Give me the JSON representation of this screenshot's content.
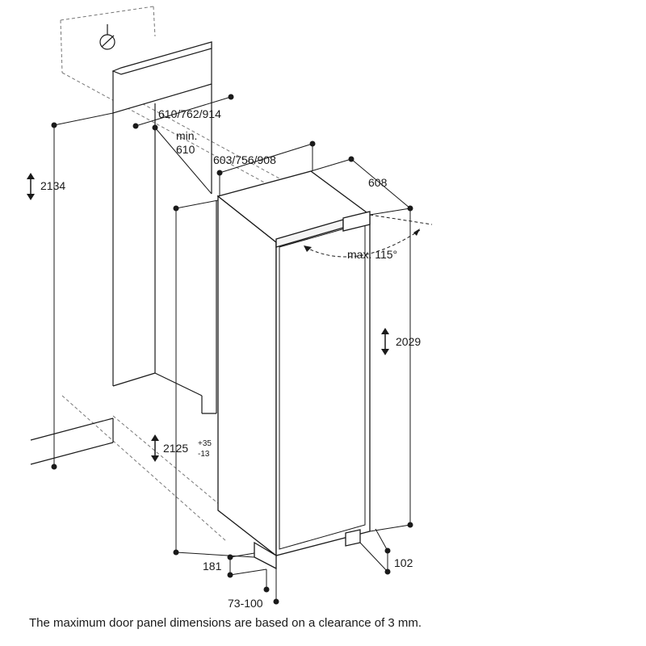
{
  "dimensions": {
    "niche_height": "2134",
    "widths": "610/762/914",
    "min_depth_label": "min.",
    "min_depth_value": "610",
    "panel_widths": "603/756/908",
    "depth": "608",
    "door_angle": "max. 115°",
    "appliance_height": "2029",
    "panel_height": "2125",
    "panel_height_tol_plus": "+35",
    "panel_height_tol_minus": "-13",
    "plinth_height": "181",
    "plinth_depth": "73-100",
    "foot_depth": "102"
  },
  "caption": "The maximum door panel dimensions are based on a clearance of 3 mm.",
  "colors": {
    "line": "#1a1a1a",
    "appliance_fill": "#ffffff",
    "hidden_line": "#555555"
  }
}
